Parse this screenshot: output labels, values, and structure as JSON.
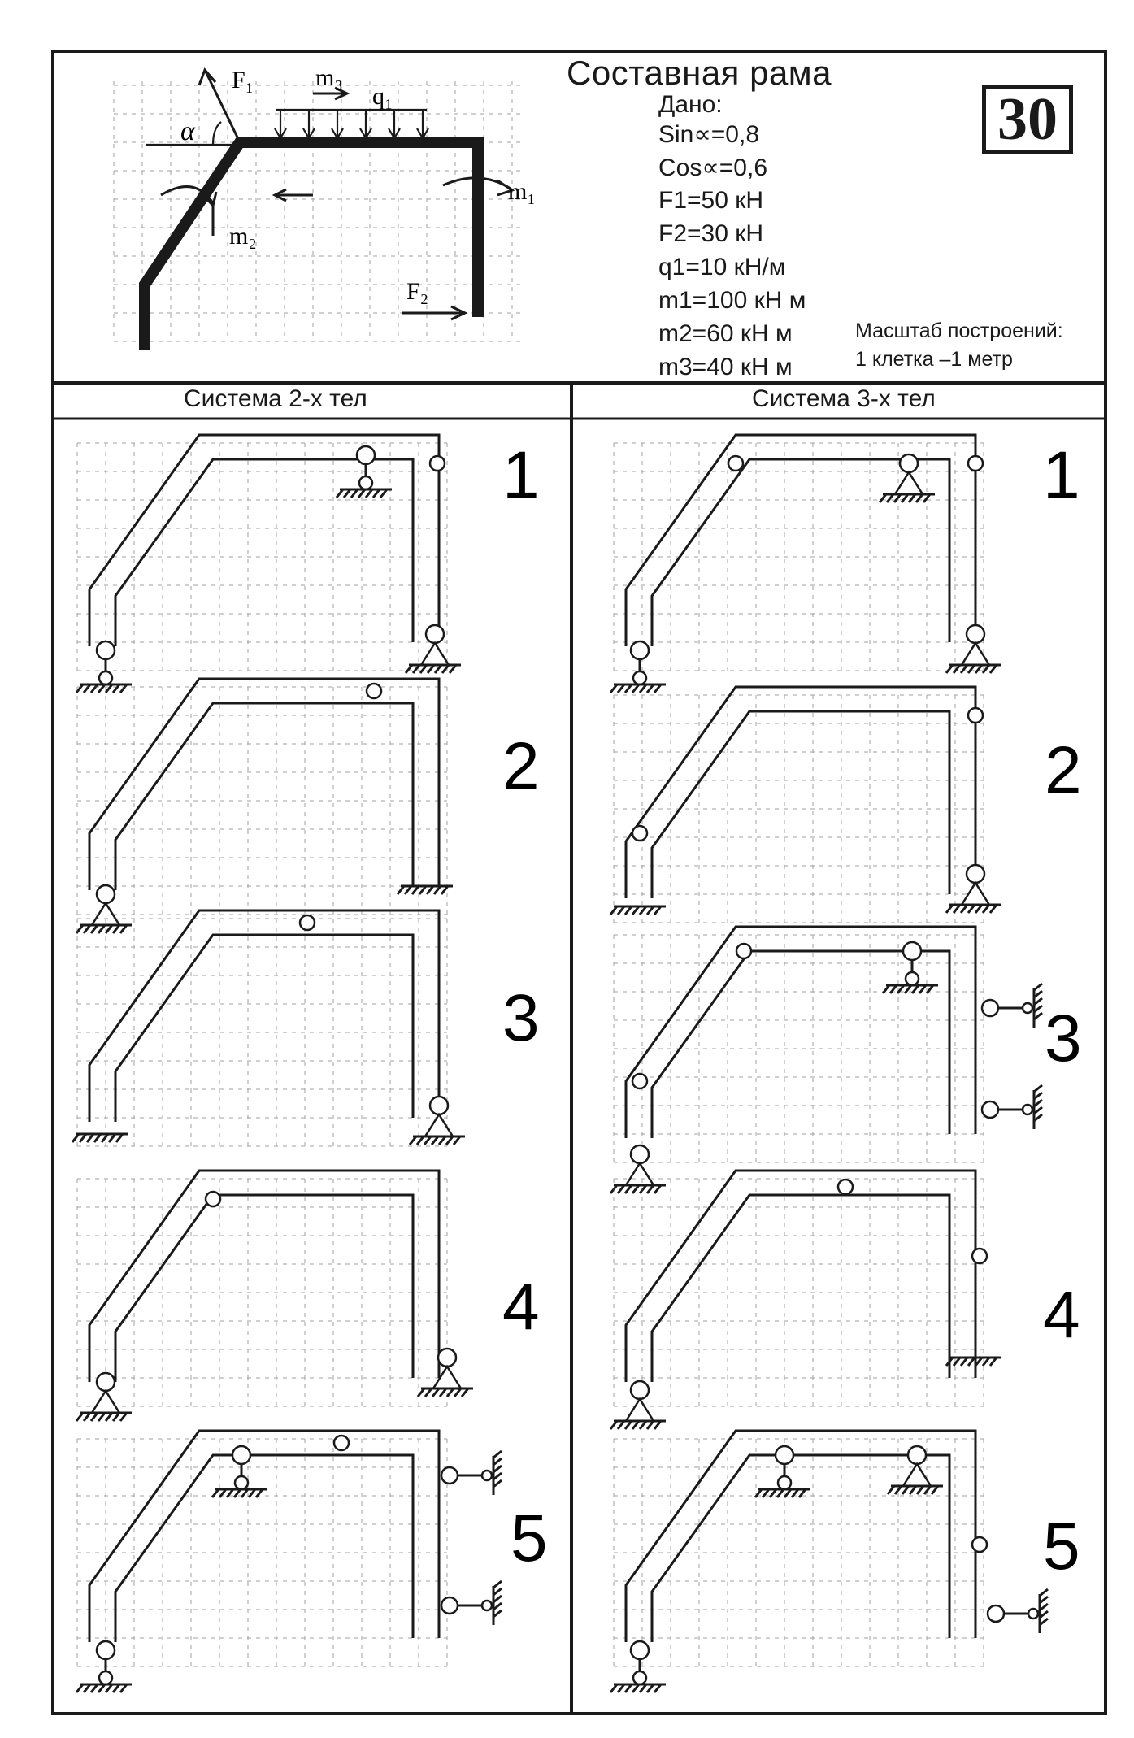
{
  "header": {
    "title": "Составная рама",
    "given_label": "Дано:",
    "given": [
      "Sin∝=0,8",
      "Cos∝=0,6",
      "F1=50 кН",
      "F2=30 кН",
      "q1=10 кН/м",
      "m1=100 кН м",
      "m2=60 кН м",
      "m3=40 кН м"
    ],
    "variant_badge": "30",
    "scale_line1": "Масштаб построений:",
    "scale_line2": "1 клетка –1 метр"
  },
  "load_diagram": {
    "labels": {
      "f1": "F₁",
      "f2": "F₂",
      "m1": "m₁",
      "m2": "m₂",
      "m3": "m₃",
      "q1": "q₁",
      "alpha": "α"
    }
  },
  "columns": {
    "left_title": "Система 2-х тел",
    "right_title": "Система 3-х тел"
  },
  "variants": {
    "left": [
      {
        "number": "1"
      },
      {
        "number": "2"
      },
      {
        "number": "3"
      },
      {
        "number": "4"
      },
      {
        "number": "5"
      }
    ],
    "right": [
      {
        "number": "1"
      },
      {
        "number": "2"
      },
      {
        "number": "3"
      },
      {
        "number": "4"
      },
      {
        "number": "5"
      }
    ]
  },
  "colors": {
    "ink": "#1a1a1a",
    "paper": "#ffffff"
  }
}
